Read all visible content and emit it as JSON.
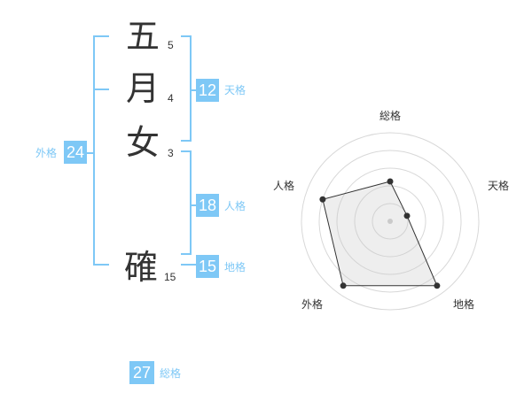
{
  "name_chars": [
    {
      "char": "五",
      "strokes": "5"
    },
    {
      "char": "月",
      "strokes": "4"
    },
    {
      "char": "女",
      "strokes": "3"
    },
    {
      "char": "確",
      "strokes": "15"
    }
  ],
  "kaku": {
    "tenkaku": {
      "value": "12",
      "label": "天格"
    },
    "jinkaku": {
      "value": "18",
      "label": "人格"
    },
    "chikaku": {
      "value": "15",
      "label": "地格"
    },
    "gaikaku": {
      "value": "24",
      "label": "外格"
    },
    "soukaku": {
      "value": "27",
      "label": "総格"
    }
  },
  "colors": {
    "accent": "#7ec8f6",
    "text": "#333333"
  },
  "chart_data": {
    "type": "radar",
    "axes": [
      "総格",
      "天格",
      "地格",
      "外格",
      "人格"
    ],
    "values": [
      0.45,
      0.2,
      0.9,
      0.9,
      0.8
    ],
    "range": [
      0,
      1
    ],
    "rings": 5
  }
}
